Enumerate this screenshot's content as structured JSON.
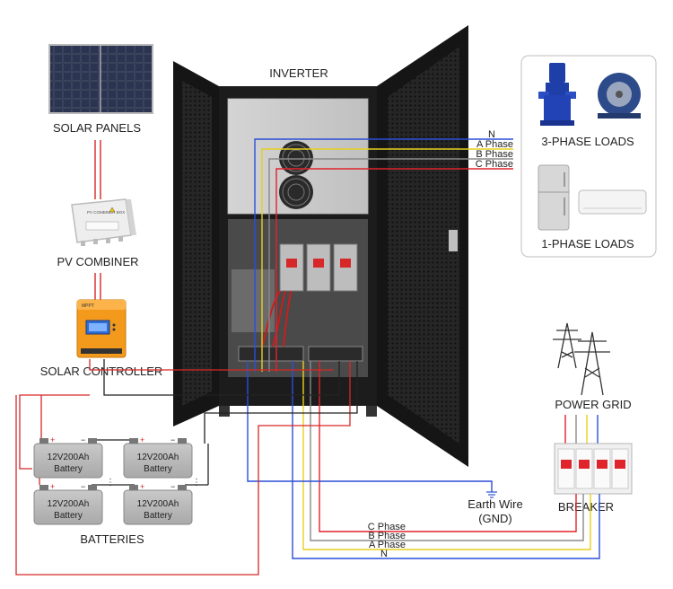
{
  "labels": {
    "inverter": "INVERTER",
    "solar_panels": "SOLAR PANELS",
    "pv_combiner": "PV COMBINER",
    "solar_controller": "SOLAR CONTROLLER",
    "batteries": "BATTERIES",
    "three_phase_loads": "3-PHASE LOADS",
    "one_phase_loads": "1-PHASE LOADS",
    "power_grid": "POWER GRID",
    "breaker": "BREAKER",
    "earth_wire_line1": "Earth Wire",
    "earth_wire_line2": "(GND)"
  },
  "load_wires": {
    "n": "N",
    "a": "A Phase",
    "b": "B Phase",
    "c": "C Phase"
  },
  "grid_wires": {
    "c": "C Phase",
    "b": "B Phase",
    "a": "A Phase",
    "n": "N"
  },
  "battery": {
    "spec": "12V200Ah",
    "name": "Battery",
    "plus": "+",
    "minus": "−",
    "dots": "⋮"
  },
  "combiner_box_text": "PV COMBINER BOX",
  "controller_brand": "MPPT",
  "colors": {
    "neutral_wire": "#2a4fd6",
    "a_phase_wire": "#e6cf1e",
    "b_phase_wire": "#8a8a8a",
    "c_phase_wire": "#e0242c",
    "dc_positive": "#d62828",
    "dc_negative": "#222222",
    "cabinet": "#1c1c1c",
    "controller_orange": "#f39a1c"
  }
}
